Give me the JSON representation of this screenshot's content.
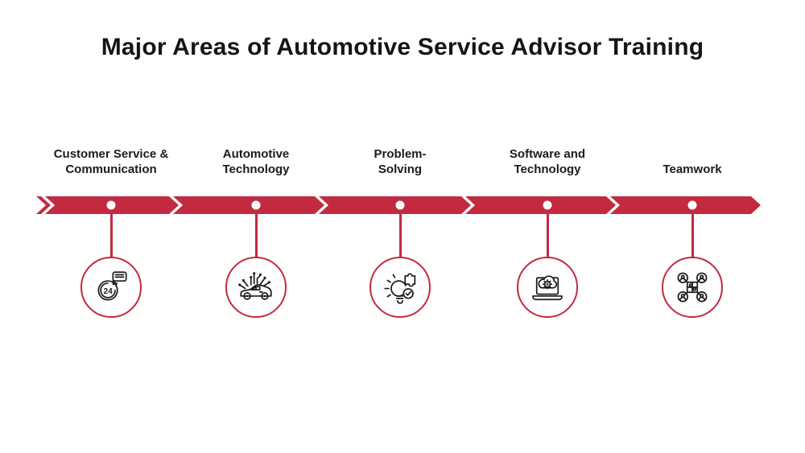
{
  "title": "Major Areas of Automotive Service Advisor Training",
  "colors": {
    "accent": "#C32A3F",
    "text": "#151515",
    "background": "#FFFFFF"
  },
  "timeline": {
    "segment_count": 5,
    "dot_color": "#FFFFFF",
    "items": [
      {
        "label": "Customer Service &\nCommunication",
        "icon": "24-hour-support-icon"
      },
      {
        "label": "Automotive\nTechnology",
        "icon": "connected-car-icon"
      },
      {
        "label": "Problem-\nSolving",
        "icon": "lightbulb-puzzle-check-icon"
      },
      {
        "label": "Software and\nTechnology",
        "icon": "laptop-cloud-gear-icon"
      },
      {
        "label": "Teamwork",
        "icon": "teamwork-puzzle-icon"
      }
    ]
  }
}
